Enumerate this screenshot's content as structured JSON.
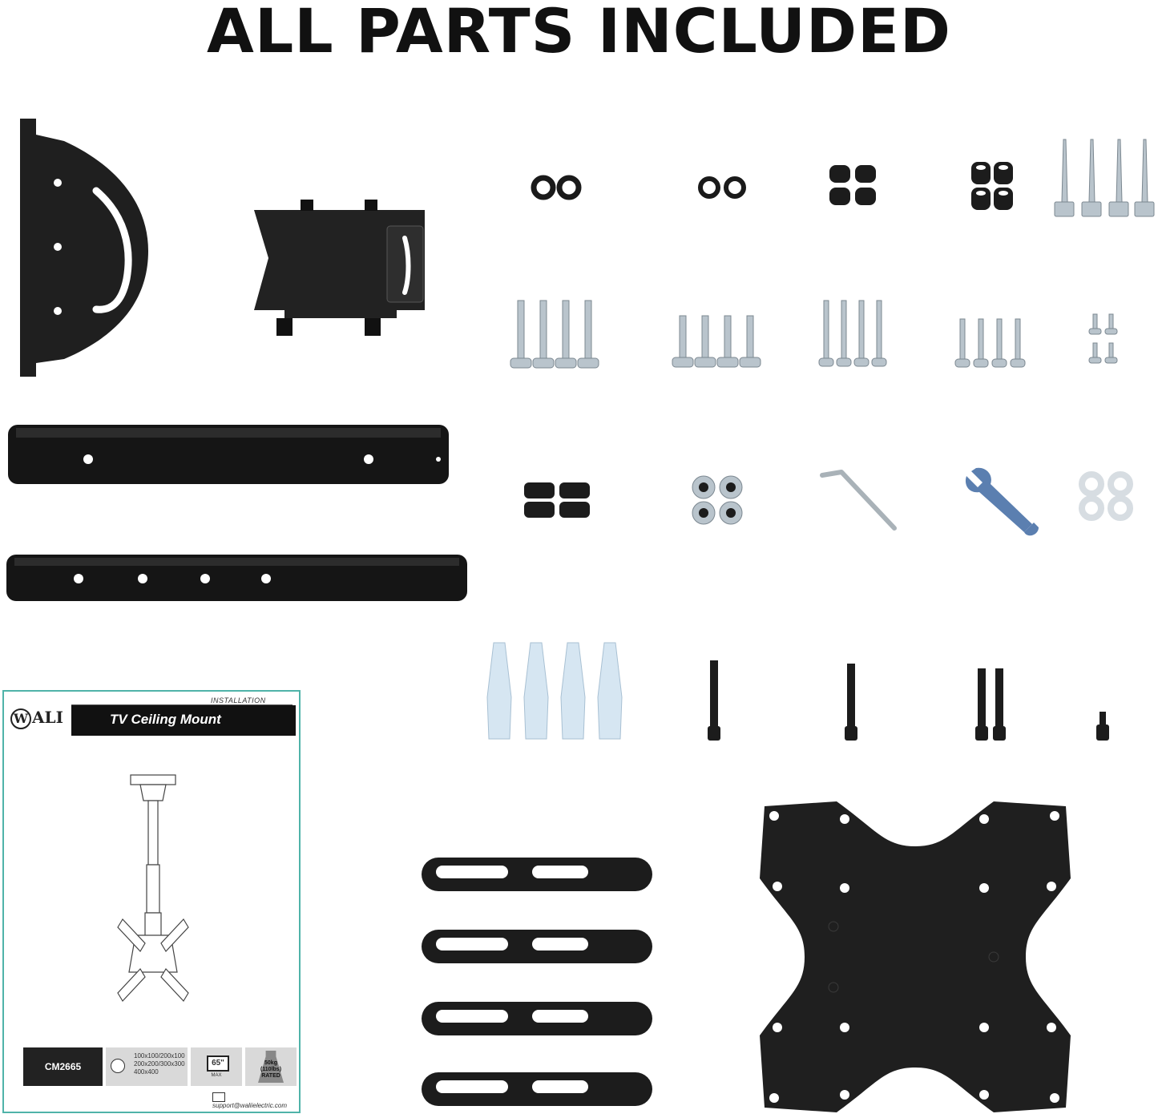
{
  "heading": "ALL PARTS INCLUDED",
  "manual": {
    "header_small": "INSTALLATION MANUAL",
    "brand_letter": "W",
    "brand_rest": "ALI",
    "product_title": "TV Ceiling Mount",
    "model": "CM2665",
    "vesa_lines": [
      "100x100/200x100",
      "200x200/300x300",
      "400x400"
    ],
    "screen_size": "65\"",
    "screen_size_sub": "MAX",
    "weight_lines": [
      "50kg",
      "(110lbs)",
      "RATED"
    ],
    "support_email": "support@waliielectric.com"
  },
  "icons": {
    "ceiling_plate": "ceiling-plate-icon",
    "tilt_bracket": "tilt-bracket-icon",
    "pole": "extension-pole-icon",
    "vesa_plate": "vesa-adapter-plate-icon",
    "strap": "mounting-strap-icon",
    "hex_key": "hex-key-icon",
    "wrench": "wrench-icon"
  },
  "colors": {
    "hardware_black": "#1d1d1d",
    "manual_border": "#4fb3a9",
    "anchor": "#d6e6f2",
    "steel": "#b9c4cc"
  }
}
